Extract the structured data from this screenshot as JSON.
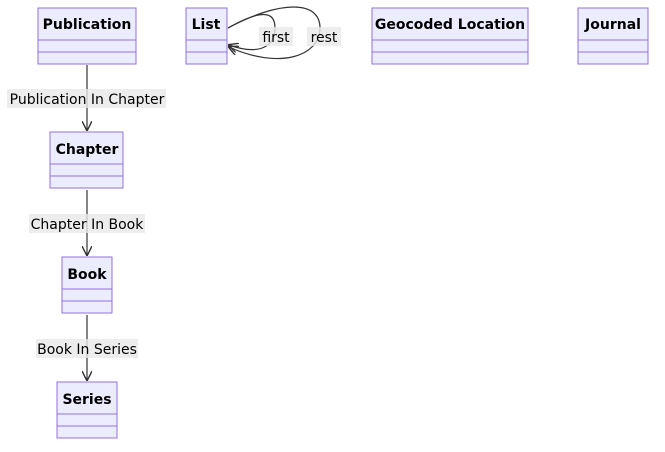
{
  "classes": {
    "publication": "Publication",
    "list": "List",
    "geocoded_location": "Geocoded Location",
    "journal": "Journal",
    "chapter": "Chapter",
    "book": "Book",
    "series": "Series"
  },
  "relations": {
    "publication_in_chapter": "Publication In Chapter",
    "chapter_in_book": "Chapter In Book",
    "book_in_series": "Book In Series",
    "list_first": "first",
    "list_rest": "rest"
  },
  "colors": {
    "class_fill": "#ececff",
    "class_stroke": "#9370db",
    "edge": "#333333",
    "label_background": "#e8e8e8"
  }
}
